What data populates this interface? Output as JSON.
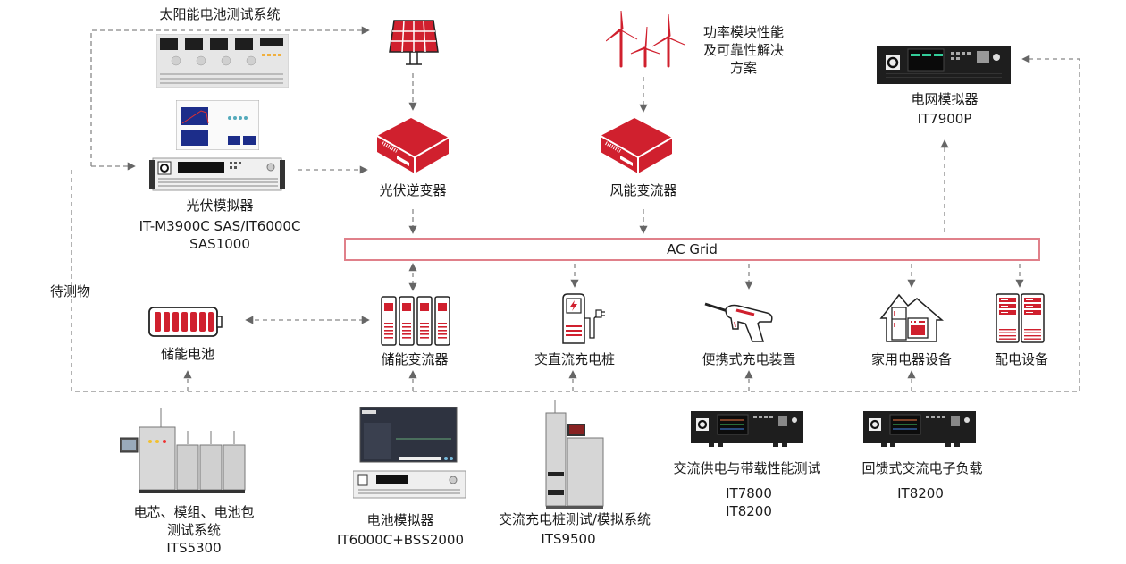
{
  "colors": {
    "accent": "#d0202e",
    "wire": "#777777",
    "grid_border": "#e0808a",
    "device_dark": "#1e1e1e",
    "device_light": "#e8e8e8"
  },
  "top": {
    "solar_test_system": "太阳能电池测试系统",
    "pv_simulator": {
      "title": "光伏模拟器",
      "models": [
        "IT-M3900C SAS/IT6000C",
        "SAS1000"
      ]
    },
    "power_module_solution": [
      "功率模块性能",
      "及可靠性解决",
      "方案"
    ],
    "grid_simulator": {
      "title": "电网模拟器",
      "model": "IT7900P"
    }
  },
  "converters": {
    "pv_inverter": "光伏逆变器",
    "wind_converter": "风能变流器"
  },
  "sources": {
    "solar_panel": "solar-panel-icon",
    "wind_turbines": "wind-turbine-icon"
  },
  "ac_grid": "AC Grid",
  "dut_label": "待测物",
  "dut": [
    {
      "label": "储能电池",
      "icon": "battery-icon"
    },
    {
      "label": "储能变流器",
      "icon": "storage-converter-icon"
    },
    {
      "label": "交直流充电桩",
      "icon": "charging-pile-icon"
    },
    {
      "label": "便携式充电装置",
      "icon": "charging-gun-icon"
    },
    {
      "label": "家用电器设备",
      "icon": "home-appliance-icon"
    },
    {
      "label": "配电设备",
      "icon": "distribution-cabinet-icon"
    }
  ],
  "bottom": [
    {
      "lines": [
        "电芯、模组、电池包",
        "测试系统",
        "ITS5300"
      ]
    },
    {
      "lines": [
        "电池模拟器",
        "IT6000C+BSS2000"
      ]
    },
    {
      "lines": [
        "交流充电桩测试/模拟系统",
        "ITS9500"
      ]
    },
    {
      "lines": [
        "交流供电与带载性能测试",
        "IT7800",
        "IT8200"
      ]
    },
    {
      "lines": [
        "回馈式交流电子负载",
        "IT8200"
      ]
    }
  ]
}
